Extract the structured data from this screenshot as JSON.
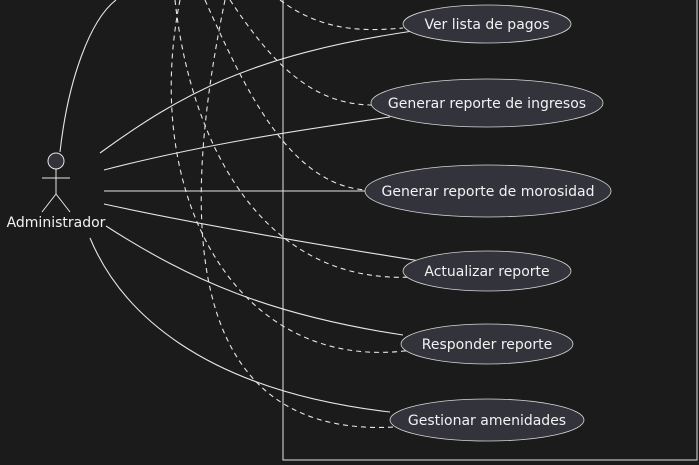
{
  "actor": {
    "name": "Administrador"
  },
  "use_cases": [
    {
      "id": "ver-lista-de-pagos",
      "label": "Ver lista de pagos"
    },
    {
      "id": "generar-reporte-de-ingresos",
      "label": "Generar reporte de ingresos"
    },
    {
      "id": "generar-reporte-de-morosidad",
      "label": "Generar reporte de morosidad"
    },
    {
      "id": "actualizar-reporte",
      "label": "Actualizar reporte"
    },
    {
      "id": "responder-reporte",
      "label": "Responder reporte"
    },
    {
      "id": "gestionar-amenidades",
      "label": "Gestionar amenidades"
    }
  ],
  "colors": {
    "background": "#1b1b1b",
    "line": "#e6e6e6",
    "use_case_fill": "#32333b",
    "text": "#f2f2f2"
  }
}
